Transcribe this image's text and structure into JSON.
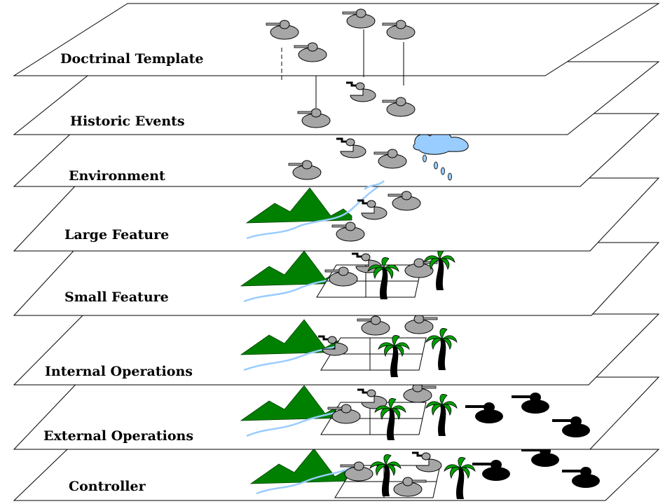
{
  "layers": [
    {
      "label": "Doctrinal Template"
    },
    {
      "label": "Historic Events"
    },
    {
      "label": "Environment"
    },
    {
      "label": "Large Feature"
    },
    {
      "label": "Small Feature"
    },
    {
      "label": "Internal Operations"
    },
    {
      "label": "External Operations"
    },
    {
      "label": "Controller"
    }
  ],
  "colors": {
    "layer_fill": "#ffffff",
    "layer_stroke": "#000000",
    "friendly_unit": "#a6a6a6",
    "enemy_unit": "#000000",
    "mountain": "#008000",
    "river": "#99ccff",
    "cloud": "#99ccff",
    "palm_leaf": "#00a000",
    "palm_trunk": "#000000"
  },
  "icons": [
    "tank-icon",
    "mountain-icon",
    "river-icon",
    "cloud-icon",
    "rain-icon",
    "palm-tree-icon",
    "building-outline-icon"
  ]
}
